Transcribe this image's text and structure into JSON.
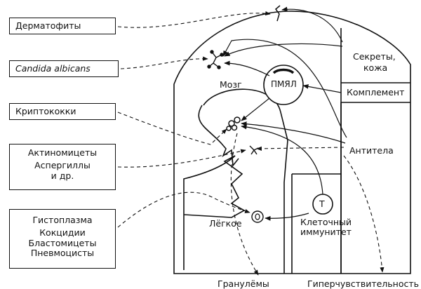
{
  "pathogens": {
    "dermatophytes": "Дерматофиты",
    "candida": "Candida  albicans",
    "cryptococci": "Криптококки",
    "actinomycetes": "Актиномицеты",
    "aspergilli": "Аспергиллы",
    "and_others": "и др.",
    "histoplasma": "Гистоплазма",
    "coccidia": "Кокцидии",
    "blastomycetes": "Бластомицеты",
    "pneumocysts": "Пневмоцисты"
  },
  "body_labels": {
    "brain": "Мозг",
    "lung": "Лёгкое",
    "pmnl": "ПМЯЛ",
    "t_cell": "Т"
  },
  "defenses": {
    "secretions_line1": "Секреты,",
    "secretions_line2": "кожа",
    "complement": "Комплемент",
    "antibodies": "Антитела",
    "cellular_line1": "Клеточный",
    "cellular_line2": "иммунитет"
  },
  "outcomes": {
    "granulomas": "Гранулёмы",
    "hypersensitivity": "Гиперчувствительность"
  }
}
